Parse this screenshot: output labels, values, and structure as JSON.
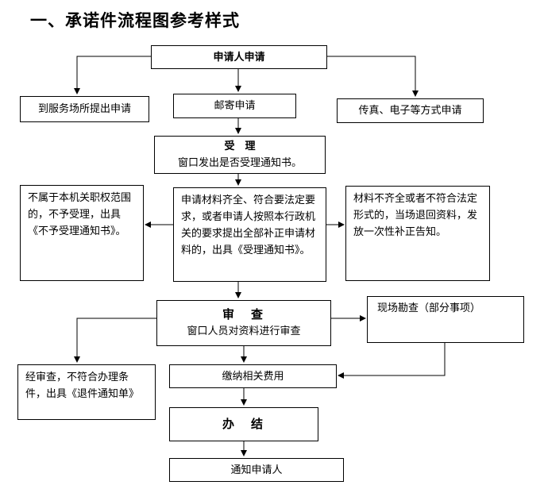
{
  "title": "一、承诺件流程图参考样式",
  "nodes": {
    "apply": "申请人申请",
    "onsite": "到服务场所提出申请",
    "mail": "邮寄申请",
    "fax": "传真、电子等方式申请",
    "accept_title": "受　理",
    "accept_sub": "窗口发出是否受理通知书。",
    "reject": "不属于本机关职权范围的，不予受理，出具《不予受理通知书》。",
    "complete": "申请材料齐全、符合要法定要求，或者申请人按照本行政机关的要求提出全部补正申请材料的，出具《受理通知书》。",
    "incomplete": "材料不齐全或者不符合法定形式的，当场退回资料，发放一次性补正告知。",
    "review_title": "审　查",
    "review_sub": "窗口人员对资料进行审查",
    "site_check": "现场勘查（部分事项）",
    "return": "经审查，不符合办理条件，出具《退件通知单》",
    "fee": "缴纳相关费用",
    "handle": "办　结",
    "notify": "通知申请人"
  }
}
